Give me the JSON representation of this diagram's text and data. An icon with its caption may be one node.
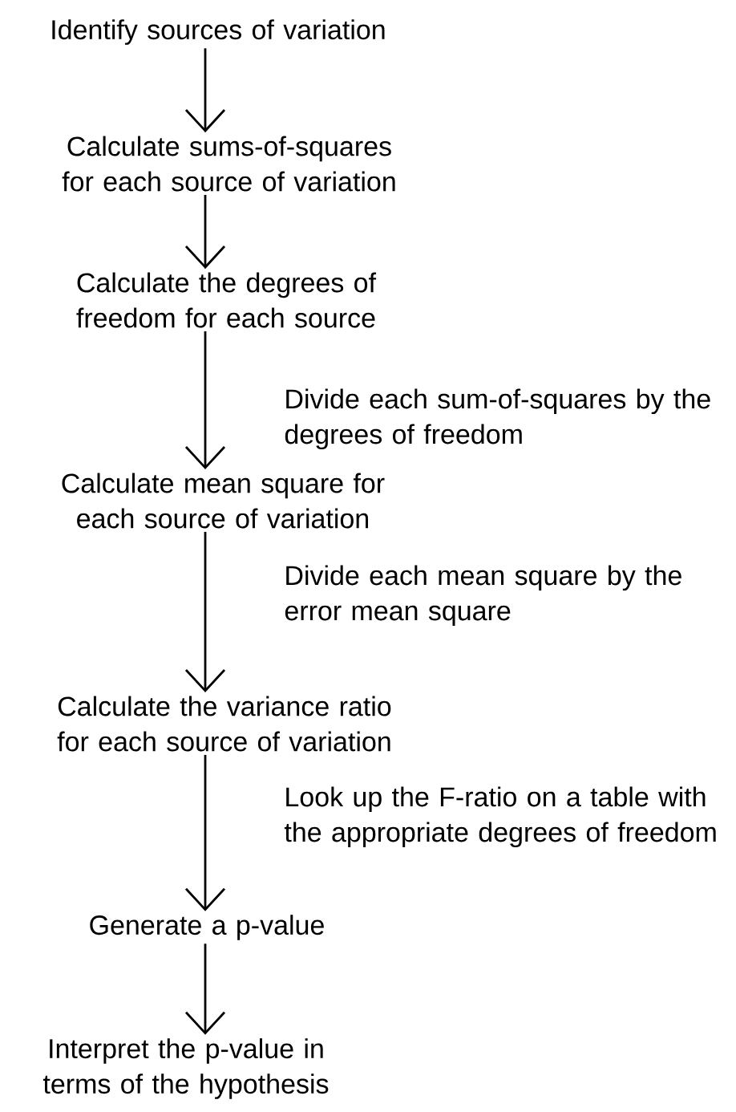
{
  "diagram": {
    "nodes": [
      {
        "text": [
          "Identify sources of variation"
        ]
      },
      {
        "text": [
          "Calculate sums-of-squares for each source of variation"
        ]
      },
      {
        "text": [
          "Calculate the degrees of freedom for each source"
        ]
      },
      {
        "text": [
          "Calculate mean square for each source of variation"
        ]
      },
      {
        "text": [
          "Calculate the variance ratio for each source of variation"
        ]
      },
      {
        "text": [
          "Generate a p-value"
        ]
      },
      {
        "text": [
          "Interpret the p-value in terms of the hypothesis"
        ]
      }
    ],
    "edges": [
      {
        "from": 0,
        "to": 1,
        "arrow": "to"
      },
      {
        "from": 1,
        "to": 2,
        "arrow": "to"
      },
      {
        "from": 2,
        "to": 3,
        "arrow": "to",
        "label": "Divide each sum-of-squares by the degrees of freedom"
      },
      {
        "from": 3,
        "to": 4,
        "arrow": "to",
        "label": "Divide each mean square by the error mean square"
      },
      {
        "from": 4,
        "to": 5,
        "arrow": "to",
        "label": "Look up the F-ratio on a table with the appropriate degrees of freedom"
      },
      {
        "from": 5,
        "to": 6,
        "arrow": "to"
      }
    ]
  }
}
